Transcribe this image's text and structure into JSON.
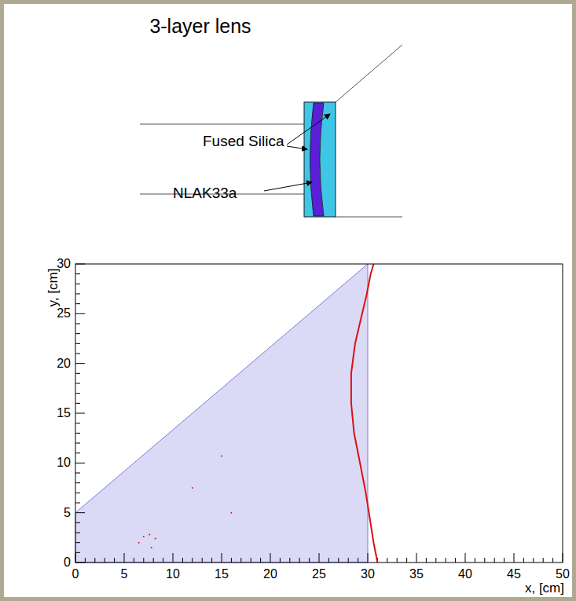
{
  "diagram": {
    "title": "3-layer lens",
    "labels": [
      "Fused Silica",
      "NLAK33a",
      "y, [cm]",
      "30",
      "25",
      "20",
      "15",
      "10",
      "5",
      "0",
      "0",
      "5",
      "10",
      "15",
      "20",
      "25",
      "30",
      "35",
      "40",
      "45",
      "50",
      "x, [cm]"
    ]
  }
}
